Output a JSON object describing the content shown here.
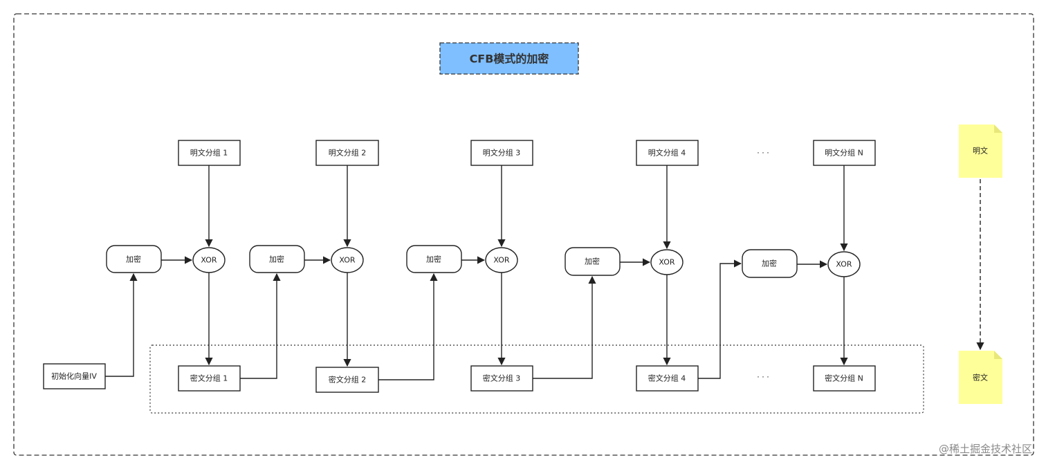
{
  "title": "CFB模式的加密",
  "plaintext_blocks": [
    "明文分组 1",
    "明文分组 2",
    "明文分组 3",
    "明文分组 4",
    "明文分组 N"
  ],
  "ciphertext_blocks": [
    "密文分组 1",
    "密文分组 2",
    "密文分组 3",
    "密文分组 4",
    "密文分组 N"
  ],
  "encrypt_label": "加密",
  "xor_label": "XOR",
  "iv_label": "初始化向量IV",
  "ellipsis": "· · ·",
  "legend": {
    "plaintext": "明文",
    "ciphertext": "密文"
  },
  "watermark": "@稀土掘金技术社区",
  "colors": {
    "title_fill": "#7fbfff",
    "note_fill": "#ffff99",
    "stroke": "#222222"
  }
}
